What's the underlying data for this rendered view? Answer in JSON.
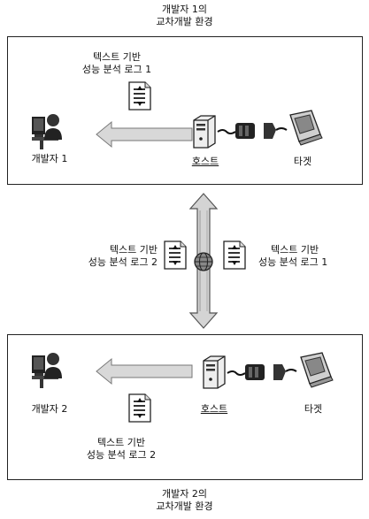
{
  "top_caption": [
    "개발자 1의",
    "교차개발 환경"
  ],
  "bottom_caption": [
    "개발자 2의",
    "교차개발 환경"
  ],
  "panel_top": {
    "log_label": [
      "텍스트 기반",
      "성능 분석 로그 1"
    ],
    "developer_label": "개발자 1",
    "host_label": "호스트",
    "target_label": "타겟"
  },
  "middle": {
    "left_log_label": [
      "텍스트 기반",
      "성능 분석 로그 2"
    ],
    "right_log_label": [
      "텍스트 기반",
      "성능 분석 로그 1"
    ]
  },
  "panel_bottom": {
    "log_label": [
      "텍스트 기반",
      "성능 분석 로그 2"
    ],
    "developer_label": "개발자 2",
    "host_label": "호스트",
    "target_label": "타겟"
  }
}
